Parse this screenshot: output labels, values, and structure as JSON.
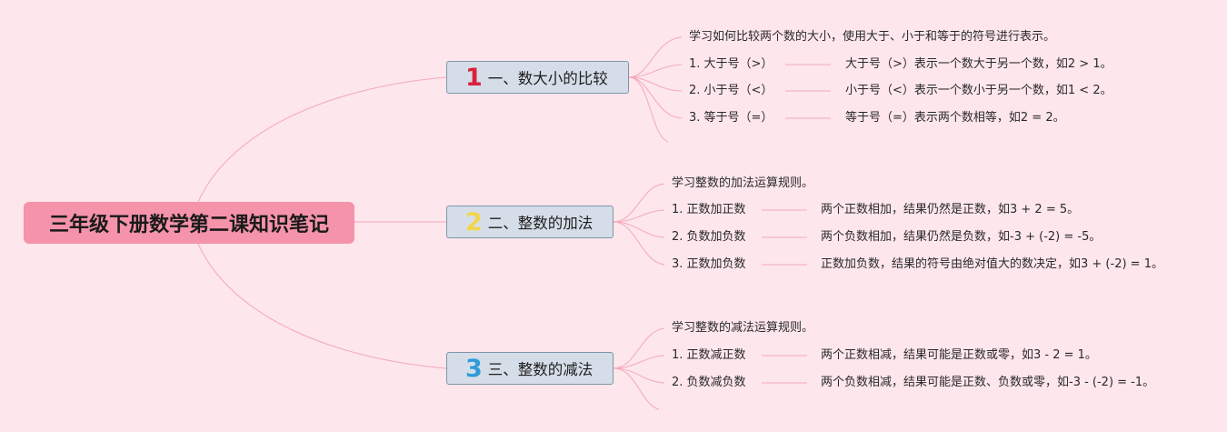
{
  "root": {
    "title": "三年级下册数学第二课知识笔记"
  },
  "topics": [
    {
      "badge": "1",
      "badge_color": "#d8223c",
      "label": "一、数大小的比较",
      "intro": "学习如何比较两个数的大小，使用大于、小于和等于的符号进行表示。",
      "items": [
        {
          "label": "1. 大于号（>）",
          "detail": "大于号（>）表示一个数大于另一个数，如2 > 1。"
        },
        {
          "label": "2. 小于号（<）",
          "detail": "小于号（<）表示一个数小于另一个数，如1 < 2。"
        },
        {
          "label": "3. 等于号（=）",
          "detail": "等于号（=）表示两个数相等，如2 = 2。"
        }
      ]
    },
    {
      "badge": "2",
      "badge_color": "#f2d54c",
      "label": "二、整数的加法",
      "intro": "学习整数的加法运算规则。",
      "items": [
        {
          "label": "1. 正数加正数",
          "detail": "两个正数相加，结果仍然是正数，如3 + 2 = 5。"
        },
        {
          "label": "2. 负数加负数",
          "detail": "两个负数相加，结果仍然是负数，如-3 + (-2) = -5。"
        },
        {
          "label": "3. 正数加负数",
          "detail": "正数加负数，结果的符号由绝对值大的数决定，如3 + (-2) = 1。"
        }
      ]
    },
    {
      "badge": "3",
      "badge_color": "#2f9bd9",
      "label": "三、整数的减法",
      "intro": "学习整数的减法运算规则。",
      "items": [
        {
          "label": "1. 正数减正数",
          "detail": "两个正数相减，结果可能是正数或零，如3 - 2 = 1。"
        },
        {
          "label": "2. 负数减负数",
          "detail": "两个负数相减，结果可能是正数、负数或零，如-3 - (-2) = -1。"
        }
      ]
    }
  ]
}
